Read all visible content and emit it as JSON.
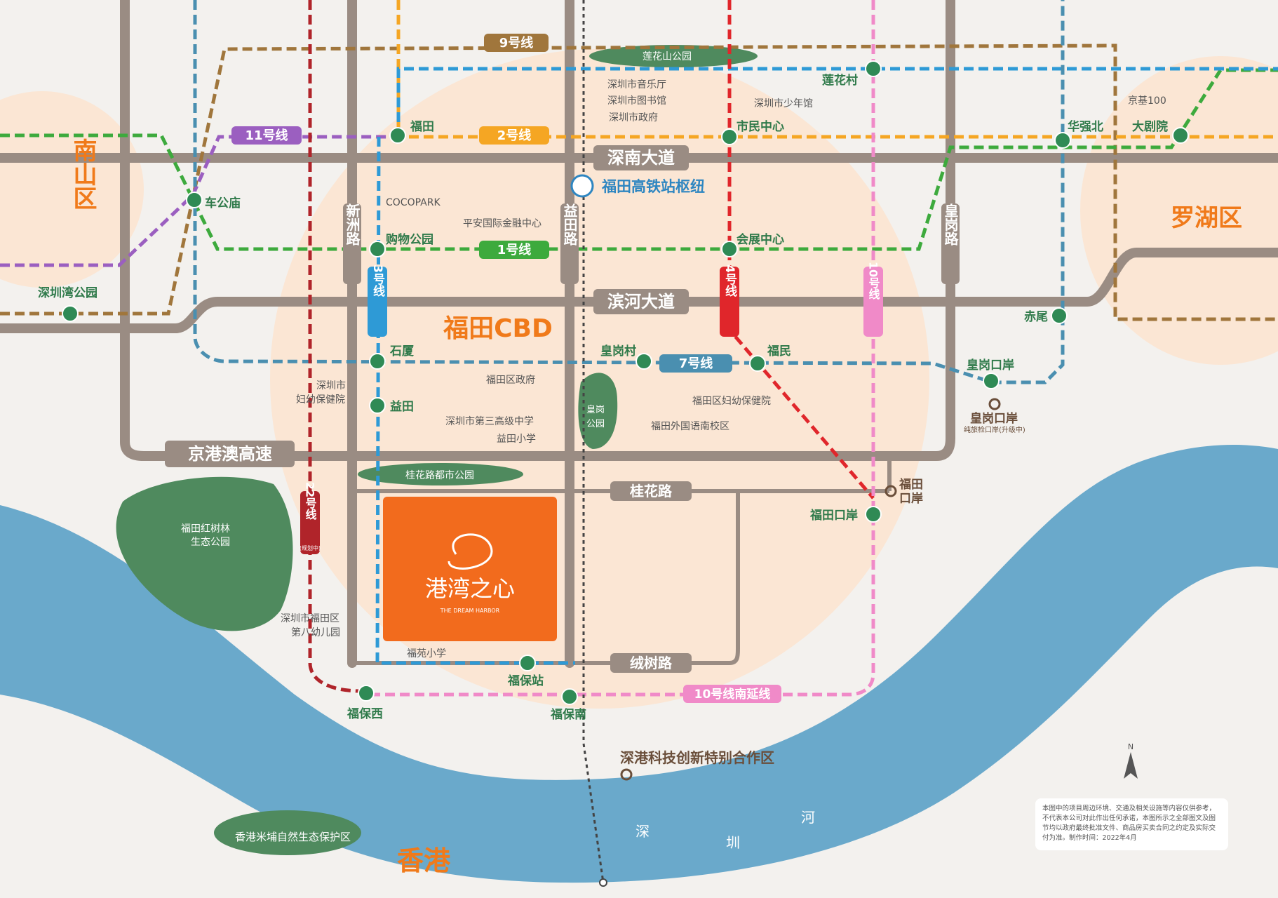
{
  "colors": {
    "road": "#9a8c83",
    "water": "#6aa9cb",
    "park": "#4f8a5e",
    "zone": "#fbe6d4",
    "accent": "#f26b1d",
    "line1": "#3daa3d",
    "line2": "#f5a623",
    "line3": "#2e9ad6",
    "line4": "#e0262b",
    "line7": "#4a8fb0",
    "line9": "#a0763c",
    "line10": "#f08ac8",
    "line11": "#9b5fc0",
    "line22": "#b0242a",
    "rail": "#444444"
  },
  "districts": {
    "nanshan": "南山区",
    "luohu": "罗湖区",
    "hongkong": "香港",
    "futian_cbd": "福田CBD"
  },
  "roads": {
    "shennan": "深南大道",
    "binhe": "滨河大道",
    "jinggangao": "京港澳高速",
    "guihua": "桂花路",
    "rongshu": "绒树路",
    "xinzhou": "新洲路",
    "yitian": "益田路",
    "huanggang": "皇岗路"
  },
  "lines": {
    "l1": "1号线",
    "l2": "2号线",
    "l3": "3号线",
    "l4": "4号线",
    "l7": "7号线",
    "l9": "9号线",
    "l10": "10号线",
    "l11": "11号线",
    "l22": "22号线",
    "l22_note": "(规划中)",
    "l10_ext": "10号线南延线"
  },
  "stations": {
    "futian": "福田",
    "chegongmiao": "车公庙",
    "shiminzhongxin": "市民中心",
    "huizhanzhongxin": "会展中心",
    "gouwugongyuan": "购物公园",
    "shixia": "石厦",
    "yitian": "益田",
    "huanggangcun": "皇岗村",
    "fumin": "福民",
    "lianhuacun": "莲花村",
    "huaqiangbei": "华强北",
    "dajuyuan": "大剧院",
    "chiwei": "赤尾",
    "huanggangkouan": "皇岗口岸",
    "futiankouan": "福田口岸",
    "fubaozhan": "福保站",
    "fubaoxi": "福保西",
    "fubaonan": "福保南",
    "shenzhenwangongyuan": "深圳湾公园"
  },
  "hub": "福田高铁站枢纽",
  "poi": {
    "lianhuashan": "莲花山公园",
    "music_hall": "深圳市音乐厅",
    "library": "深圳市图书馆",
    "gov": "深圳市政府",
    "youth": "深圳市少年馆",
    "kingkey": "京基100",
    "cocopark": "COCOPARK",
    "pingan": "平安国际金融中心",
    "maternity1": "深圳市",
    "maternity1b": "妇幼保健院",
    "futian_gov": "福田区政府",
    "futian_maternity": "福田区妇幼保健院",
    "school3": "深圳市第三高级中学",
    "yitian_primary": "益田小学",
    "foreign_school": "福田外国语南校区",
    "huanggang_park1": "皇岗",
    "huanggang_park2": "公园",
    "guihualu_park": "桂花路都市公园",
    "mangrove1": "福田红树林",
    "mangrove2": "生态公园",
    "kindergarten1": "深圳市福田区",
    "kindergarten2": "第八幼儿园",
    "fuyuan": "福苑小学",
    "futian_port1": "福田",
    "futian_port2": "口岸",
    "huanggang_port": "皇岗口岸",
    "huanggang_port_note": "纯旅检口岸(升级中)",
    "sz_hk_zone": "深港科技创新特别合作区",
    "mai_po": "香港米埔自然生态保护区"
  },
  "river": {
    "c1": "深",
    "c2": "圳",
    "c3": "河"
  },
  "project": {
    "name": "港湾之心",
    "name_en": "THE DREAM HARBOR"
  },
  "compass": "N",
  "disclaimer": "本图中的项目周边环境、交通及相关设施等内容仅供参考，不代表本公司对此作出任何承诺，本图所示之全部图文及图节均以政府最终批准文件、商品房买卖合同之约定及实际交付为准。制作时间：2022年4月"
}
